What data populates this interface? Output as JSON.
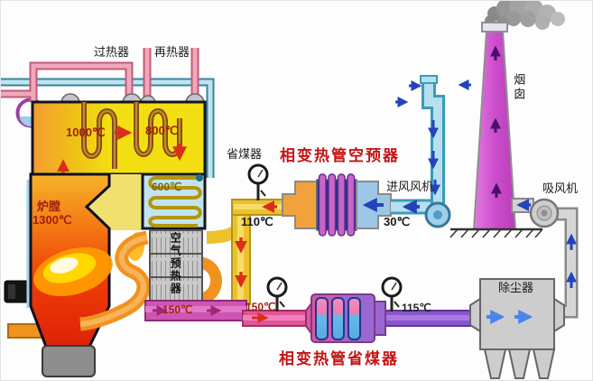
{
  "boiler": {
    "superheater": "过热器",
    "reheater": "再热器",
    "economizer": "省煤器",
    "furnace": "炉膛",
    "furnace_temp": "1300℃",
    "coil_temp_1": "1000℃",
    "coil_temp_2": "800℃",
    "economizer_temp": "600℃",
    "air_preheater": "空气预热器"
  },
  "air_system": {
    "phase_change_air_preheater": "相变热管空预器",
    "preheated_air_temp": "110℃",
    "ambient_air_temp": "30℃",
    "inlet_fan": "进风风机"
  },
  "flue_system": {
    "air_preheater_outlet_temp": "150℃",
    "economizer_inlet_temp": "150℃",
    "economizer_outlet_temp": "115℃",
    "phase_change_economizer": "相变热管省煤器",
    "dust_collector": "除尘器",
    "suction_fan": "吸风机",
    "chimney": "烟囱"
  },
  "colors": {
    "accent_red_label": "#c41414",
    "flame_orange": "#f07818",
    "chimney_purple": "#c84ac8",
    "air_blue": "#a8d4e8",
    "flue_magenta": "#cf55b2",
    "flue_purple": "#8a55cc"
  }
}
